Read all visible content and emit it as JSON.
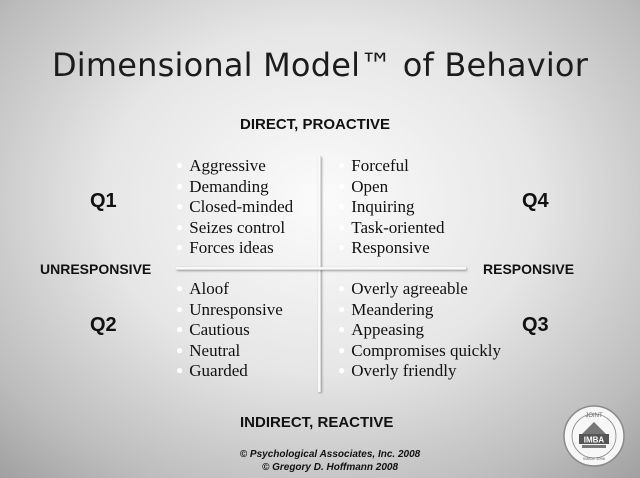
{
  "title": "Dimensional Model™ of Behavior",
  "axes": {
    "top": "DIRECT, PROACTIVE",
    "bottom": "INDIRECT, REACTIVE",
    "left": "UNRESPONSIVE",
    "right": "RESPONSIVE"
  },
  "quadrants": {
    "q1": {
      "label": "Q1",
      "items": [
        "Aggressive",
        "Demanding",
        "Closed-minded",
        "Seizes control",
        "Forces ideas"
      ]
    },
    "q2": {
      "label": "Q2",
      "items": [
        "Aloof",
        "Unresponsive",
        "Cautious",
        "Neutral",
        "Guarded"
      ]
    },
    "q3": {
      "label": "Q3",
      "items": [
        "Overly agreeable",
        "Meandering",
        "Appeasing",
        "Compromises quickly",
        "Overly friendly"
      ]
    },
    "q4": {
      "label": "Q4",
      "items": [
        "Forceful",
        "Open",
        "Inquiring",
        "Task-oriented",
        "Responsive"
      ]
    }
  },
  "credits": {
    "line1": "© Psychological Associates, Inc. 2008",
    "line2": "© Gregory D. Hoffmann 2008"
  },
  "logo": {
    "text": "IMBA",
    "ring_text": "JOINT",
    "sub_text": "SINCE 1996"
  },
  "colors": {
    "bullet": "#ffffff",
    "text": "#111111"
  }
}
